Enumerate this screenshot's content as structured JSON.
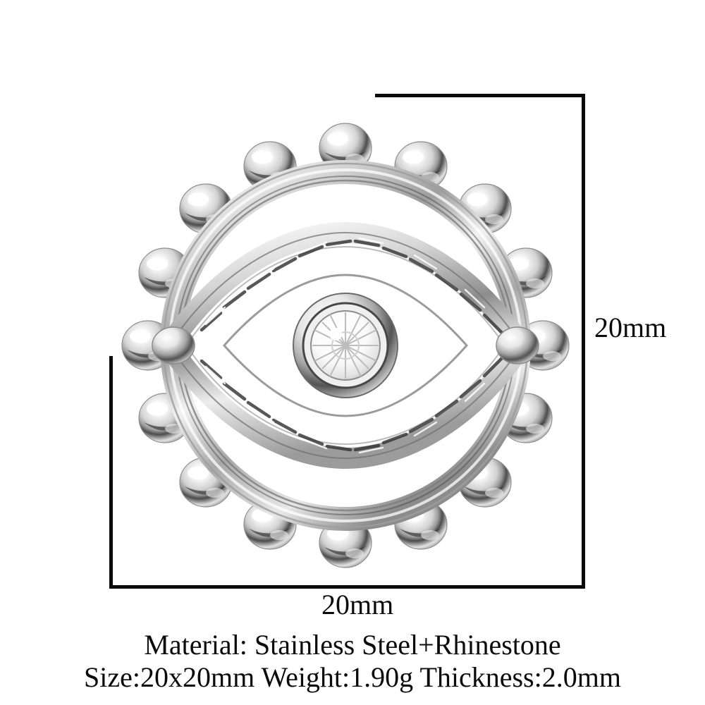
{
  "product": {
    "item_name": "evil-eye-charm",
    "material_finish": "polished silver-tone stainless steel",
    "center_stone": "clear faceted rhinestone",
    "bead_count": 16
  },
  "dimensions": {
    "width_label": "20mm",
    "height_label": "20mm",
    "callout_line_color": "#0a0a0a"
  },
  "caption": {
    "line1": "Material: Stainless Steel+Rhinestone",
    "line2": "Size:20x20mm  Weight:1.90g  Thickness:2.0mm"
  },
  "specs": {
    "material": "Stainless Steel+Rhinestone",
    "size": "20x20mm",
    "weight": "1.90g",
    "thickness": "2.0mm"
  },
  "colors": {
    "background": "#ffffff",
    "text": "#0b0b0b",
    "metal_light": "#fdfdfd",
    "metal_mid": "#c8c8c8",
    "metal_shadow": "#6f6f6f",
    "metal_dark": "#2e2e2e"
  }
}
